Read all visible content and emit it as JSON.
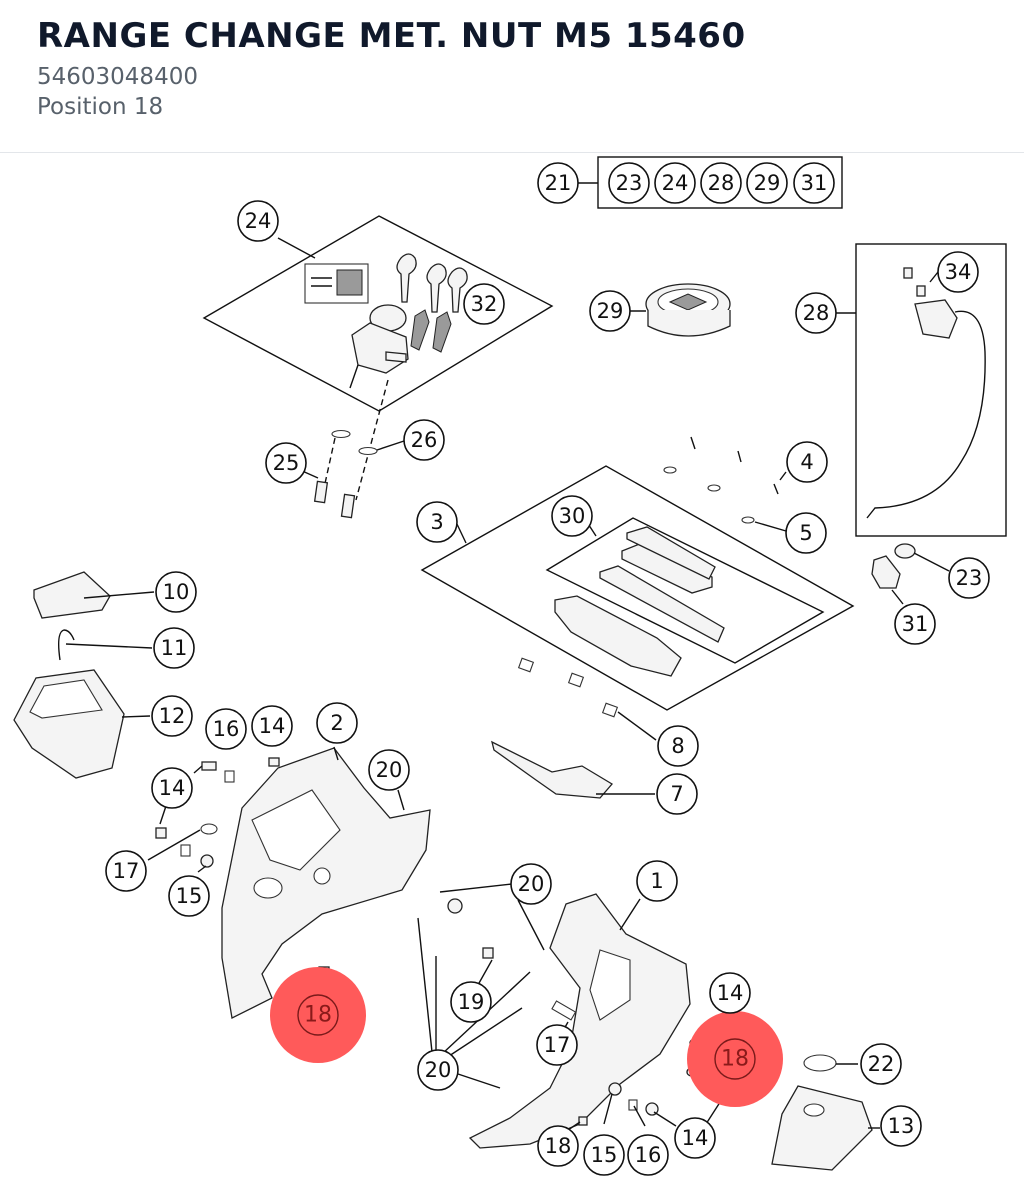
{
  "header": {
    "title": "RANGE CHANGE MET. NUT M5 15460",
    "part_number": "54603048400",
    "position_text": "Position 18"
  },
  "callouts": {
    "n1": "1",
    "n2": "2",
    "n3": "3",
    "n4": "4",
    "n5": "5",
    "n7": "7",
    "n8": "8",
    "n10": "10",
    "n11": "11",
    "n12": "12",
    "n13": "13",
    "n14a": "14",
    "n14b": "14",
    "n14c": "14",
    "n14d": "14",
    "n15a": "15",
    "n15b": "15",
    "n16a": "16",
    "n16b": "16",
    "n17a": "17",
    "n17b": "17",
    "n18c": "18",
    "n19": "19",
    "n20a": "20",
    "n20b": "20",
    "n20c": "20",
    "n21": "21",
    "n22": "22",
    "n23": "23",
    "n23k": "23",
    "n24": "24",
    "n24k": "24",
    "n25": "25",
    "n26": "26",
    "n28": "28",
    "n28k": "28",
    "n29": "29",
    "n29k": "29",
    "n30": "30",
    "n31": "31",
    "n31k": "31",
    "n32": "32",
    "n34": "34"
  },
  "highlighted": {
    "left": "18",
    "right": "18",
    "color": "#ff5a5a"
  }
}
